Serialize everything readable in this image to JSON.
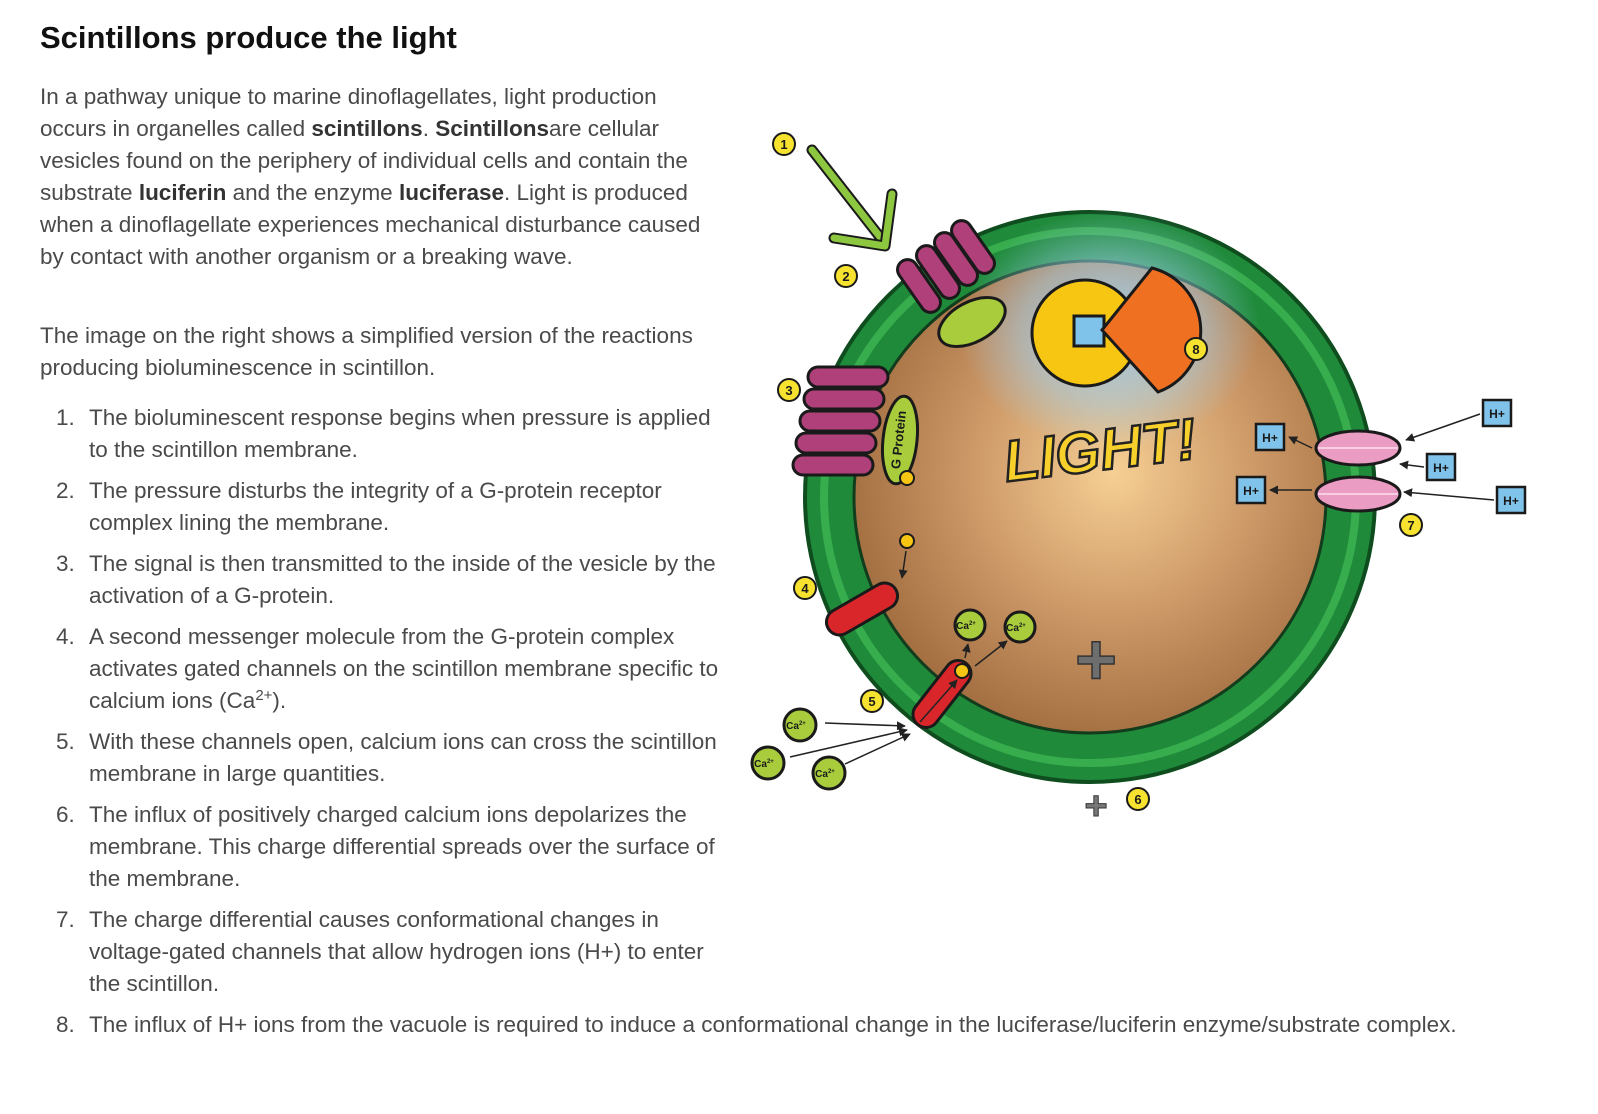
{
  "page": {
    "title": "Scintillons produce the light",
    "intro": {
      "t1": "In a pathway unique to marine dinoflagellates, light production occurs in organelles called ",
      "b1": "scintillons",
      "t2": ". ",
      "b2": "Scintillons",
      "t3": "are cellular vesicles found on the periphery of individual cells and contain the substrate ",
      "b3": "luciferin",
      "t4": " and the enzyme ",
      "b4": "luciferase",
      "t5": ". Light is produced when a dinoflagellate experiences mechanical disturbance caused by contact with another organism or a breaking wave."
    },
    "intro2": "The image on the right shows a simplified version of the reactions producing bioluminescence in scintillon.",
    "steps": [
      {
        "num": "1.",
        "text": "The bioluminescent response begins when pressure is applied to the scintillon membrane."
      },
      {
        "num": "2.",
        "text": "The pressure disturbs the integrity of a G-protein receptor complex lining the membrane."
      },
      {
        "num": "3.",
        "text": "The signal is then transmitted to the inside of the vesicle by the activation of a G-protein."
      },
      {
        "num": "4.",
        "text_a": "A second messenger molecule from the G-protein complex activates gated channels on the scintillon membrane specific to calcium ions (Ca",
        "sup": "2+",
        "text_b": ")."
      },
      {
        "num": "5.",
        "text": "With these channels open, calcium ions can cross the scintillon membrane in large quantities."
      },
      {
        "num": "6.",
        "text": "The influx of positively charged calcium ions depolarizes the membrane. This charge differential spreads over the surface of the membrane."
      },
      {
        "num": "7.",
        "text": "The charge differential causes conformational changes in voltage-gated channels that allow hydrogen ions (H+) to enter the scintillon."
      },
      {
        "num": "8.",
        "text": "The influx of H+ ions from the vacuole is required to induce a conformational change in the luciferase/luciferin enzyme/substrate complex."
      }
    ]
  },
  "diagram": {
    "light_label": "LIGHT!",
    "g_protein_label": "G Protein",
    "ca_label": "Ca",
    "ca_sup": "2+",
    "h_label": "H+",
    "plus_label": "+",
    "markers": [
      "1",
      "2",
      "3",
      "4",
      "5",
      "6",
      "7",
      "8"
    ],
    "colors": {
      "membrane": "#1f8a3a",
      "interior": "#b8804f",
      "receptor": "#b0407a",
      "g_protein": "#a8cc3c",
      "ca_channel": "#d9262a",
      "h_channel": "#ea9cc2",
      "luciferin": "#f7c613",
      "luciferase": "#f07022",
      "h_ion": "#7fc2ea",
      "marker": "#f8e230"
    }
  }
}
